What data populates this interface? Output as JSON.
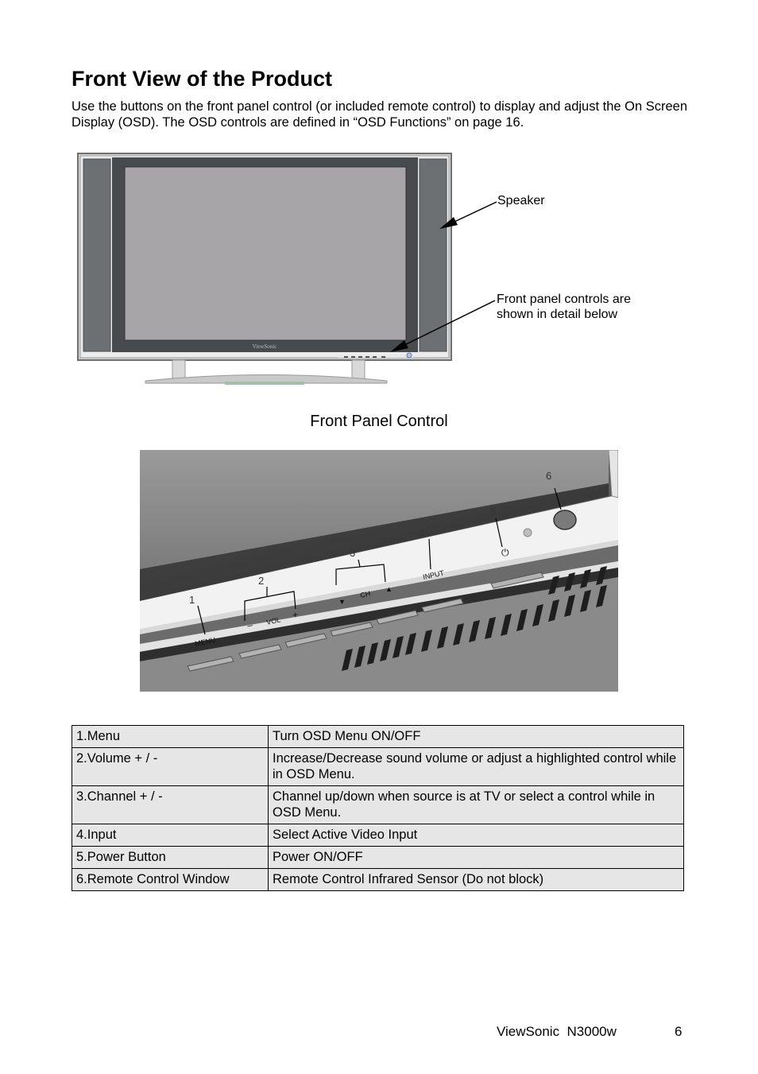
{
  "page": {
    "title": "Front View of the Product",
    "intro": "Use the buttons on the front panel control (or included remote control) to display and adjust the On Screen Display (OSD). The OSD controls are defined in “OSD Functions” on page 16."
  },
  "figure_front": {
    "brand_text": "ViewSonic",
    "label_speaker": "Speaker",
    "label_controls_line1": "Front panel controls are",
    "label_controls_line2": "shown in detail below"
  },
  "front_panel": {
    "title": "Front Panel Control",
    "callouts": [
      "1",
      "2",
      "3",
      "4",
      "5",
      "6"
    ],
    "button_labels": {
      "menu": "MENU",
      "vol": "VOL",
      "minus": "–",
      "plus": "+",
      "ch": "CH",
      "input": "INPUT",
      "power_symbol": "⏻",
      "ch_down": "▼",
      "ch_up": "▲"
    }
  },
  "controls_table": [
    {
      "name": "1.Menu",
      "description": "Turn OSD Menu ON/OFF"
    },
    {
      "name": "2.Volume + / -",
      "description": "Increase/Decrease sound volume or adjust a highlighted control while in OSD Menu."
    },
    {
      "name": "3.Channel + / -",
      "description": "Channel up/down when source is at TV or select a control while in OSD Menu."
    },
    {
      "name": "4.Input",
      "description": "Select Active Video Input"
    },
    {
      "name": "5.Power Button",
      "description": "Power ON/OFF"
    },
    {
      "name": "6.Remote Control Window",
      "description": "Remote Control Infrared Sensor (Do not block)"
    }
  ],
  "footer": {
    "brand": "ViewSonic  N3000w",
    "page_number": "6"
  }
}
